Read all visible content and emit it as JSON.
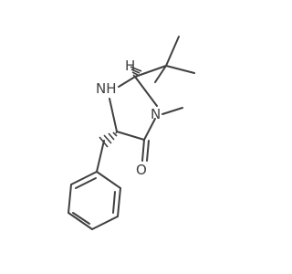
{
  "molecule": {
    "atoms": {
      "nh": "NH",
      "h": "H",
      "n_methyl": "N",
      "o": "O"
    },
    "colors": {
      "bond": "#404040",
      "label": "#404040",
      "background": "#ffffff"
    }
  }
}
